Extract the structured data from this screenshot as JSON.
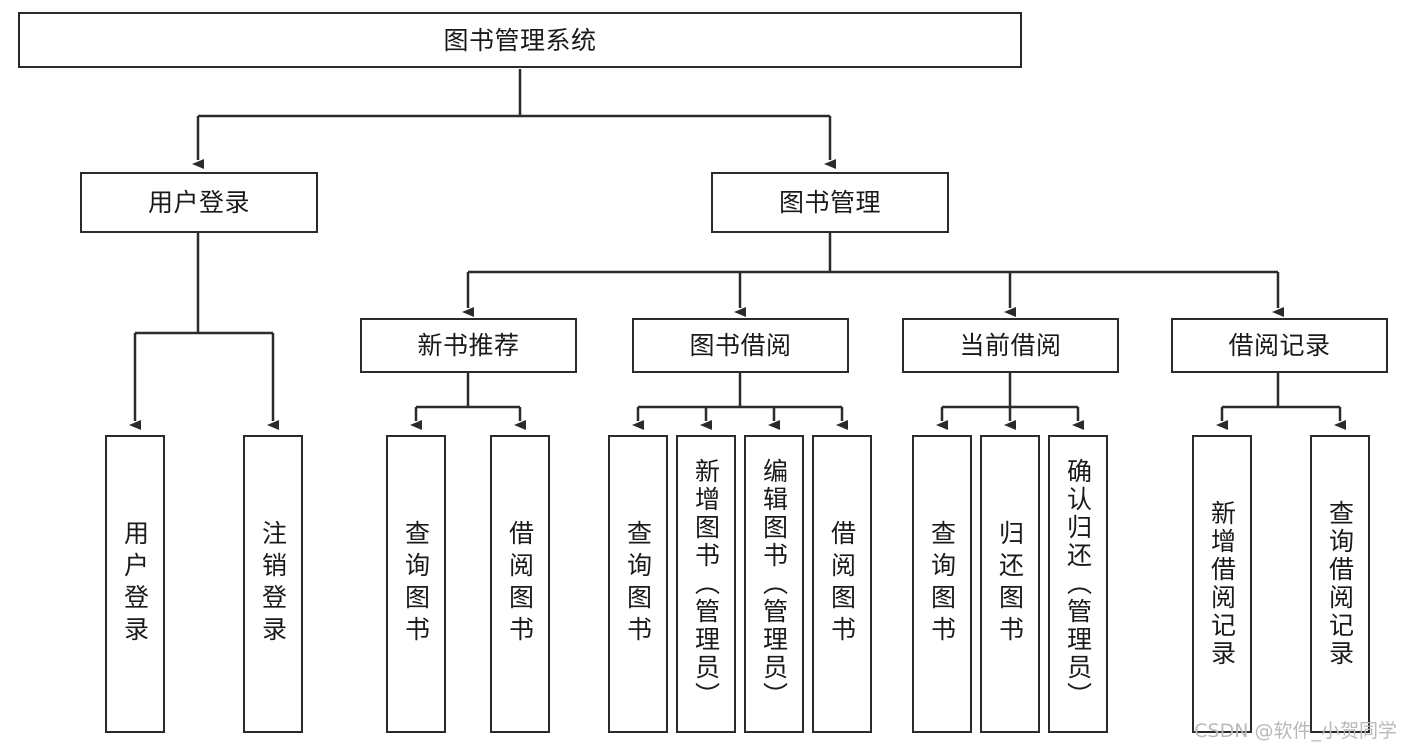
{
  "diagram": {
    "title": "图书管理系统",
    "type": "tree-hierarchy-diagram",
    "colors": {
      "box_border": "#2b2b2b",
      "box_fill": "#ffffff",
      "connector": "#2b2b2b",
      "text": "#1a1a1a",
      "watermark": "#b9b9b9",
      "background": "#ffffff"
    },
    "root": {
      "label": "图书管理系统"
    },
    "level2": [
      {
        "id": "user-login",
        "label": "用户登录"
      },
      {
        "id": "book-management",
        "label": "图书管理"
      }
    ],
    "level3": [
      {
        "id": "new-book-recommend",
        "label": "新书推荐",
        "parent": "book-management"
      },
      {
        "id": "book-borrow",
        "label": "图书借阅",
        "parent": "book-management"
      },
      {
        "id": "current-borrow",
        "label": "当前借阅",
        "parent": "book-management"
      },
      {
        "id": "borrow-record",
        "label": "借阅记录",
        "parent": "book-management"
      }
    ],
    "leaves": {
      "user-login": [
        {
          "id": "leaf-user-login",
          "label": "用户登录"
        },
        {
          "id": "leaf-user-logout",
          "label": "注销登录"
        }
      ],
      "new-book-recommend": [
        {
          "id": "leaf-query-book-1",
          "label": "查询图书"
        },
        {
          "id": "leaf-borrow-book-1",
          "label": "借阅图书"
        }
      ],
      "book-borrow": [
        {
          "id": "leaf-query-book-2",
          "label": "查询图书"
        },
        {
          "id": "leaf-add-book",
          "label": "新增图书（管理员）"
        },
        {
          "id": "leaf-edit-book",
          "label": "编辑图书（管理员）"
        },
        {
          "id": "leaf-borrow-book-2",
          "label": "借阅图书"
        }
      ],
      "current-borrow": [
        {
          "id": "leaf-query-book-3",
          "label": "查询图书"
        },
        {
          "id": "leaf-return-book",
          "label": "归还图书"
        },
        {
          "id": "leaf-confirm-return",
          "label": "确认归还（管理员）"
        }
      ],
      "borrow-record": [
        {
          "id": "leaf-add-record",
          "label": "新增借阅记录"
        },
        {
          "id": "leaf-query-record",
          "label": "查询借阅记录"
        }
      ]
    }
  },
  "watermark": {
    "text": "CSDN @软件_小贺同学"
  }
}
